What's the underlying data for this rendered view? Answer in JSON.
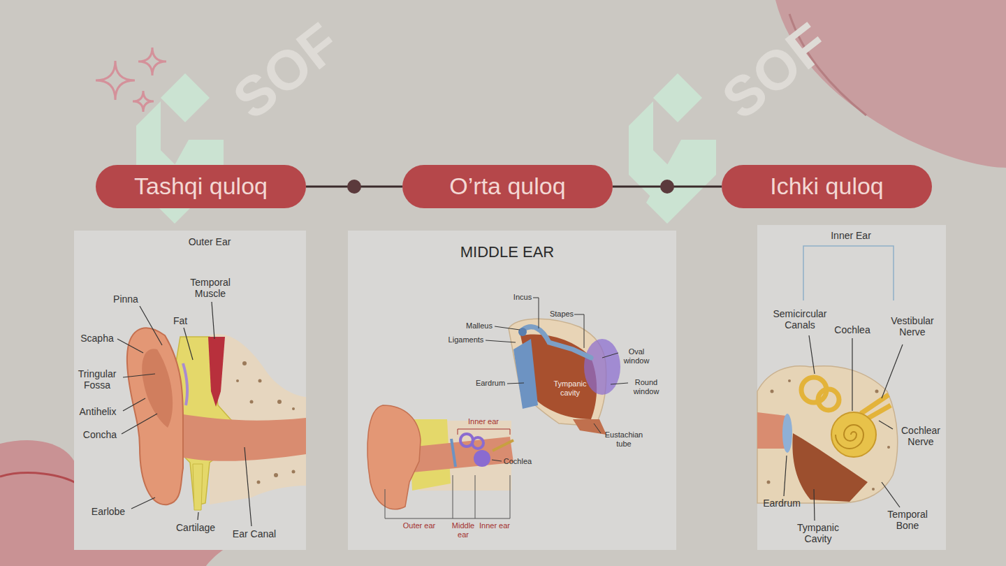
{
  "diagram": {
    "nodes": [
      {
        "text": [
          "Tashqi quloq"
        ]
      },
      {
        "text": [
          "O’rta quloq"
        ]
      },
      {
        "text": [
          "Ichki quloq"
        ]
      }
    ],
    "edges": [
      {
        "from": 0,
        "to": 1,
        "arrow": "none"
      },
      {
        "from": 1,
        "to": 2,
        "arrow": "none"
      }
    ],
    "labels": [
      "Outer Ear",
      "Temporal Muscle",
      "Pinna",
      "Fat",
      "Scapha",
      "Tringular Fossa",
      "Antihelix",
      "Concha",
      "Earlobe",
      "Cartilage",
      "Ear Canal",
      "MIDDLE EAR",
      "Incus",
      "Stapes",
      "Malleus",
      "Ligaments",
      "Oval window",
      "Eardrum",
      "Tympanic cavity",
      "Round window",
      "Eustachian tube",
      "Inner ear",
      "Cochlea",
      "Outer ear",
      "Middle ear",
      "Inner ear",
      "Inner Ear",
      "Semicircular Canals",
      "Cochlea",
      "Vestibular Nerve",
      "Cochlear Nerve",
      "Eardrum",
      "Tympanic Cavity",
      "Temporal Bone",
      "SOF",
      "SOF"
    ]
  }
}
